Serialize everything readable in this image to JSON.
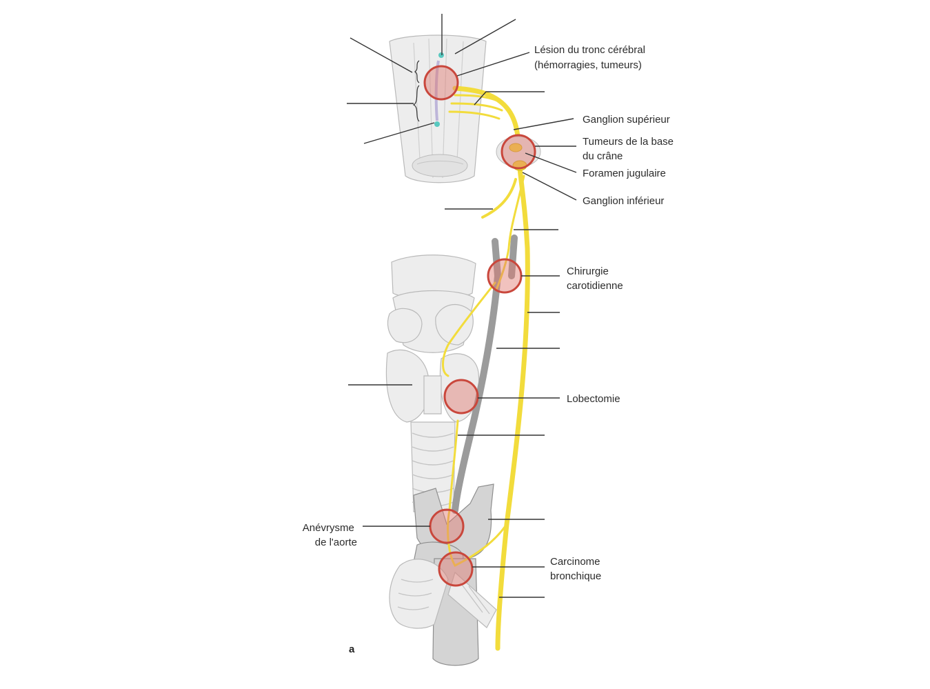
{
  "figure": {
    "panel_letter": "a",
    "lesions": {
      "brainstem": [
        "Lésion du tronc cérébral",
        "(hémorragies, tumeurs)"
      ],
      "skull_base": [
        "Tumeurs de la base",
        "du crâne"
      ],
      "carotid": [
        "Chirurgie",
        "carotidienne"
      ],
      "lobectomy": [
        "Lobectomie"
      ],
      "aorta": [
        "Anévrysme",
        "de l'aorte"
      ],
      "bronchial": [
        "Carcinome",
        "bronchique"
      ]
    },
    "structures": {
      "superior_ganglion": "Ganglion supérieur",
      "jugular_foramen": "Foramen jugulaire",
      "inferior_ganglion": "Ganglion inférieur"
    },
    "colors": {
      "nerve": "#f2dc3c",
      "lesion_ring": "#c9473c",
      "lesion_fill": "#e1786e",
      "vessel": "#9b9b9b",
      "leader": "#333333"
    }
  }
}
